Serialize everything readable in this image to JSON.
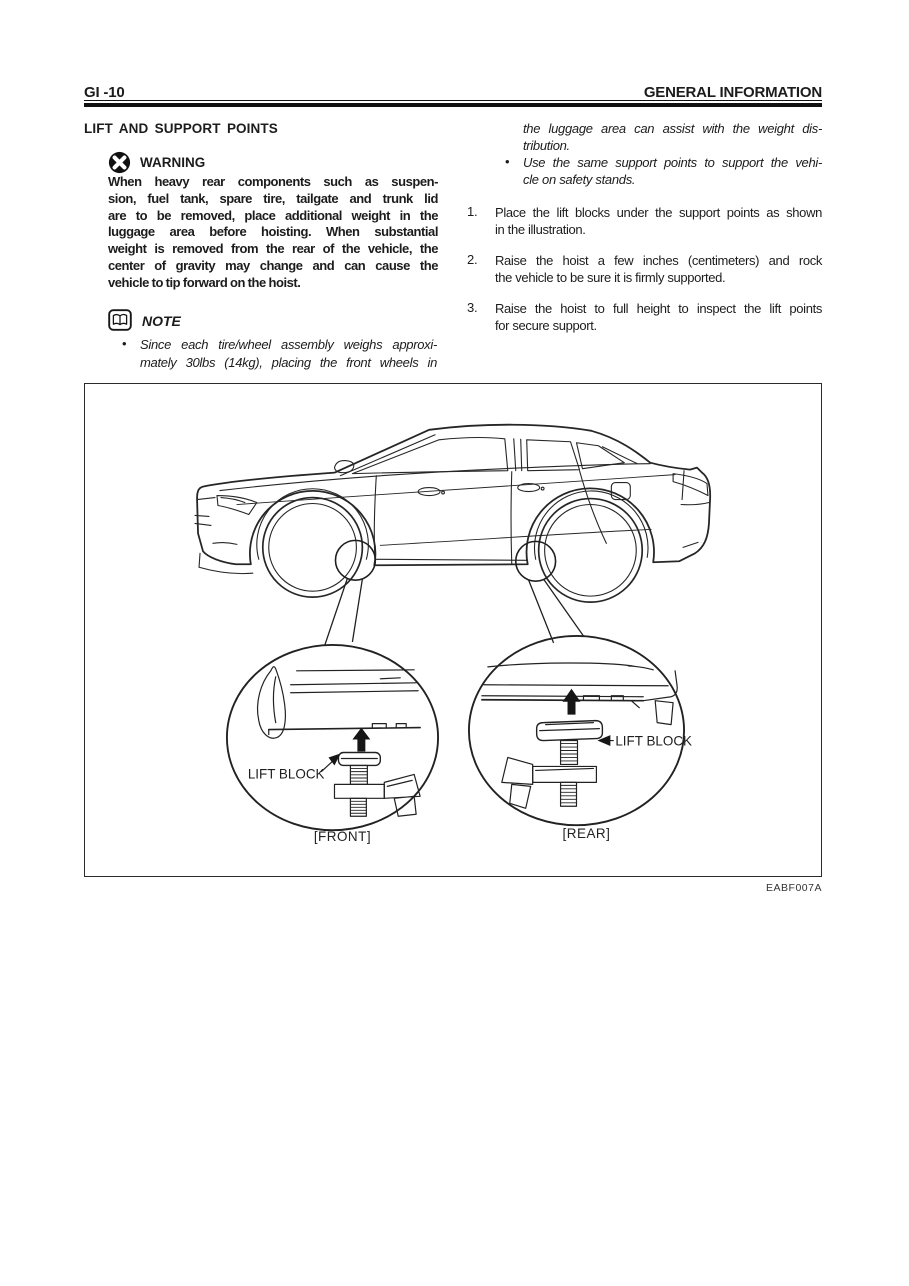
{
  "header": {
    "page_code": "GI -10",
    "title": "GENERAL INFORMATION"
  },
  "glyphs": {
    "bullet": "•"
  },
  "left": {
    "section_title": "LIFT AND SUPPORT POINTS",
    "warning_label": "WARNING",
    "warning_lines": [
      "When heavy rear components such as suspen-",
      "sion, fuel tank, spare tire, tailgate and trunk lid",
      "are to be removed, place additional weight in the",
      "luggage area before hoisting.  When substantial",
      "weight is removed from the rear of the vehicle, the",
      "center of gravity may change and can cause the",
      "vehicle to tip forward on the hoist."
    ],
    "note_label": "NOTE",
    "note_bullet_lines": [
      "Since each tire/wheel assembly weighs approxi-",
      "mately 30lbs (14kg), placing the front wheels in"
    ]
  },
  "right": {
    "cont_lines": [
      "the luggage area can assist with the weight dis-",
      "tribution."
    ],
    "bullet2_lines": [
      "Use the same support points to support the vehi-",
      "cle on safety stands."
    ],
    "steps": [
      {
        "num": "1.",
        "lines": [
          "Place the lift blocks under the support points as shown",
          "in the illustration."
        ]
      },
      {
        "num": "2.",
        "lines": [
          "Raise the hoist a few inches (centimeters) and rock",
          "the vehicle to be sure it is firmly supported."
        ]
      },
      {
        "num": "3.",
        "lines": [
          "Raise the hoist to full height to inspect the lift points",
          "for secure support."
        ]
      }
    ]
  },
  "figure": {
    "front_label": "LIFT BLOCK",
    "rear_label": "LIFT BLOCK",
    "front_caption": "[FRONT]",
    "rear_caption": "[REAR]",
    "code": "EABF007A"
  },
  "colors": {
    "ink": "#1c1c1c",
    "paper": "#ffffff"
  }
}
